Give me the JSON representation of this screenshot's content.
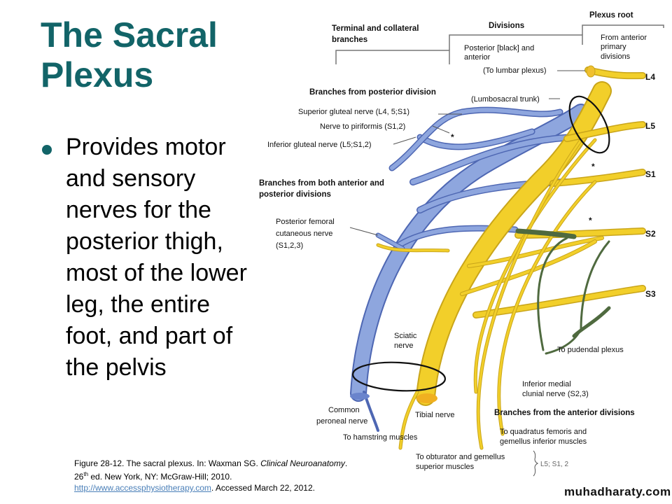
{
  "slide": {
    "title": "The Sacral Plexus",
    "title_color": "#126468",
    "bullets": [
      "Provides motor and sensory nerves for the posterior thigh, most of the lower leg, the entire foot, and part of the pelvis"
    ],
    "caption": {
      "part1": "Figure 28-12. The  sacral plexus. In: Waxman SG. ",
      "book_title": "Clinical Neuroanatomy",
      "part2": ".  26",
      "superscript": "th",
      "part3": " ed. New York, NY: McGraw-Hill; 2010.",
      "link_text": "http://www.accessphysiotherapy.com",
      "part4": ". Accessed March 22, 2012."
    },
    "watermark": "muhadharaty.com"
  },
  "diagram": {
    "colors": {
      "anterior_division": "#f2cf2a",
      "posterior_division": "#8ea6de",
      "pudendal": "#4f6a3f"
    },
    "headers": {
      "terminal": [
        "Terminal and collateral",
        "branches"
      ],
      "divisions": "Divisions",
      "divisions_sub": [
        "Posterior [black] and",
        "anterior"
      ],
      "plexus_root": "Plexus root",
      "plexus_root_sub": [
        "From anterior",
        "primary",
        "divisions"
      ]
    },
    "roots": [
      "L4",
      "L5",
      "S1",
      "S2",
      "S3"
    ],
    "labels": {
      "to_lumbar_plexus": "(To lumbar plexus)",
      "lumbosacral_trunk": "(Lumbosacral trunk)",
      "posterior_branches_heading": "Branches from posterior division",
      "superior_gluteal": "Superior gluteal nerve  (L4, 5;S1)",
      "nerve_to_piriformis": "Nerve  to piriformis  (S1,2)",
      "inferior_gluteal": "Inferior gluteal nerve  (L5;S1,2)",
      "both_branches_heading": [
        "Branches from both anterior and",
        "posterior divisions"
      ],
      "posterior_femoral_cutaneous": [
        "Posterior femoral",
        "cutaneous nerve",
        "(S1,2,3)"
      ],
      "sciatic_nerve": [
        "Sciatic",
        "nerve"
      ],
      "common_peroneal": [
        "Common",
        "peroneal  nerve"
      ],
      "tibial_nerve": "Tibial nerve",
      "to_hamstring": "To hamstring muscles",
      "to_pudendal_plexus": "To pudendal  plexus",
      "inferior_medial_clunial": [
        "Inferior medial",
        "clunial nerve (S2,3)"
      ],
      "anterior_branches_heading": "Branches from the anterior divisions",
      "to_quadratus": [
        "To quadratus femoris and",
        "gemellus inferior muscles"
      ],
      "to_obturator": [
        "To obturator and gemellus",
        "superior muscles"
      ],
      "root_note": "L5; S1, 2",
      "asterisk": "*"
    }
  }
}
